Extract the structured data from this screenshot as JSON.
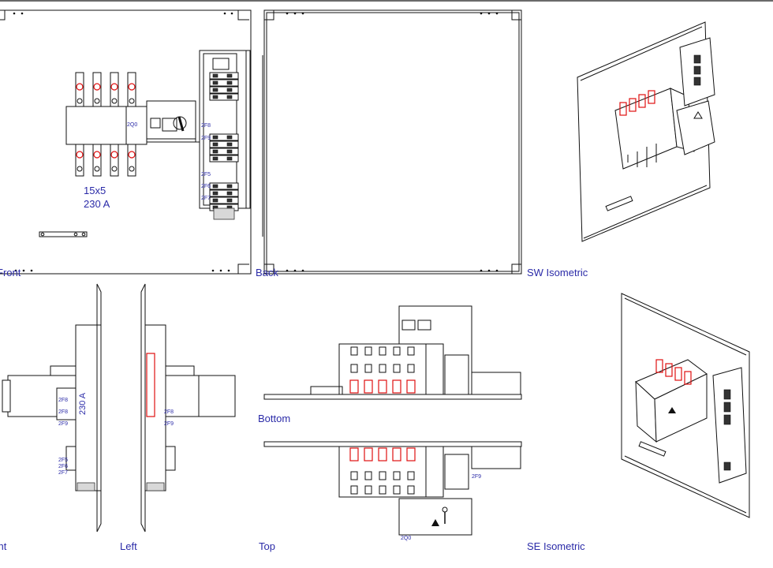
{
  "views": {
    "front": {
      "label": "Front"
    },
    "back": {
      "label": "Back"
    },
    "sw_isometric": {
      "label": "SW Isometric"
    },
    "right": {
      "label": "Right"
    },
    "left": {
      "label": "Left"
    },
    "bottom": {
      "label": "Bottom"
    },
    "top": {
      "label": "Top"
    },
    "se_isometric": {
      "label": "SE Isometric"
    }
  },
  "annotations": {
    "busbar_size": "15x5",
    "current_rating": "230 A",
    "rotated_current": "230 A",
    "switch_code": "2Q0",
    "fuse_labels": [
      "2F8",
      "2F9",
      "2F5",
      "2F6",
      "2F7"
    ],
    "top_fuse_label": "2F9"
  },
  "colors": {
    "line": "#111111",
    "accent_red": "#e01010",
    "label_blue": "#2b2ba8"
  }
}
